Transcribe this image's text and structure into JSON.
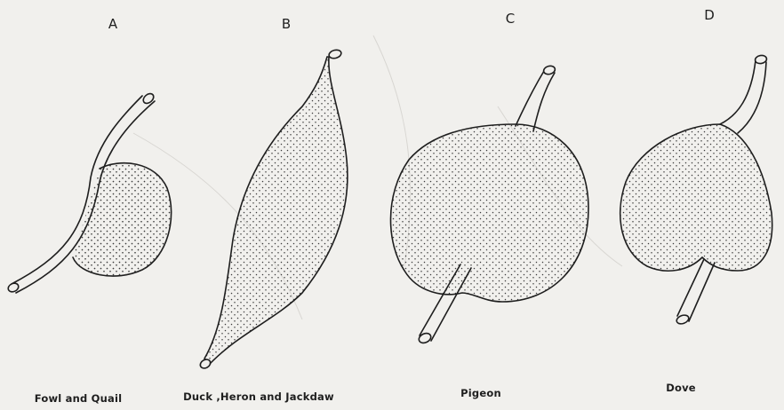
{
  "figures": [
    {
      "letter": "A",
      "caption": "Fowl and Quail"
    },
    {
      "letter": "B",
      "caption": "Duck ,Heron and Jackdaw"
    },
    {
      "letter": "C",
      "caption": "Pigeon"
    },
    {
      "letter": "D",
      "caption": "Dove"
    }
  ],
  "colors": {
    "ink": "#1e1e1e",
    "paper": "#f1f0ed",
    "stipple": "#3a3a3a"
  }
}
